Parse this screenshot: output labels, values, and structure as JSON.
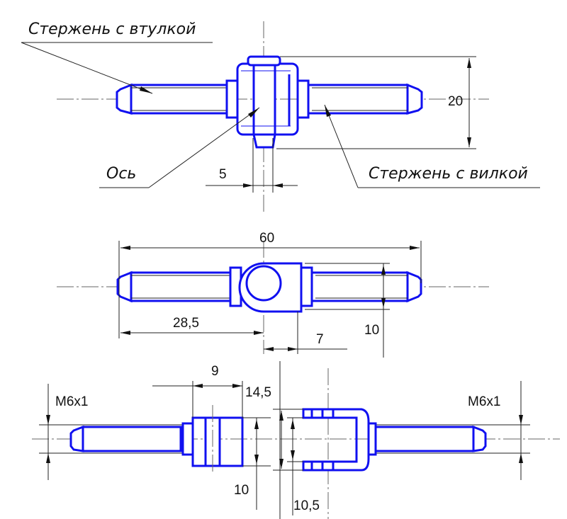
{
  "labels": {
    "rod_with_bushing": "Стержень с втулкой",
    "axis": "Ось",
    "rod_with_fork": "Стержень с вилкой"
  },
  "dimensions": {
    "height_20": "20",
    "pin_5": "5",
    "length_60": "60",
    "half_28_5": "28,5",
    "eye_10": "10",
    "offset_7": "7",
    "bushing_9": "9",
    "thread_left": "M6x1",
    "thread_right": "M6x1",
    "fork_14_5": "14,5",
    "bushing_10": "10",
    "fork_10_5": "10,5"
  },
  "colors": {
    "part": "#1010f0",
    "line": "#222222"
  }
}
